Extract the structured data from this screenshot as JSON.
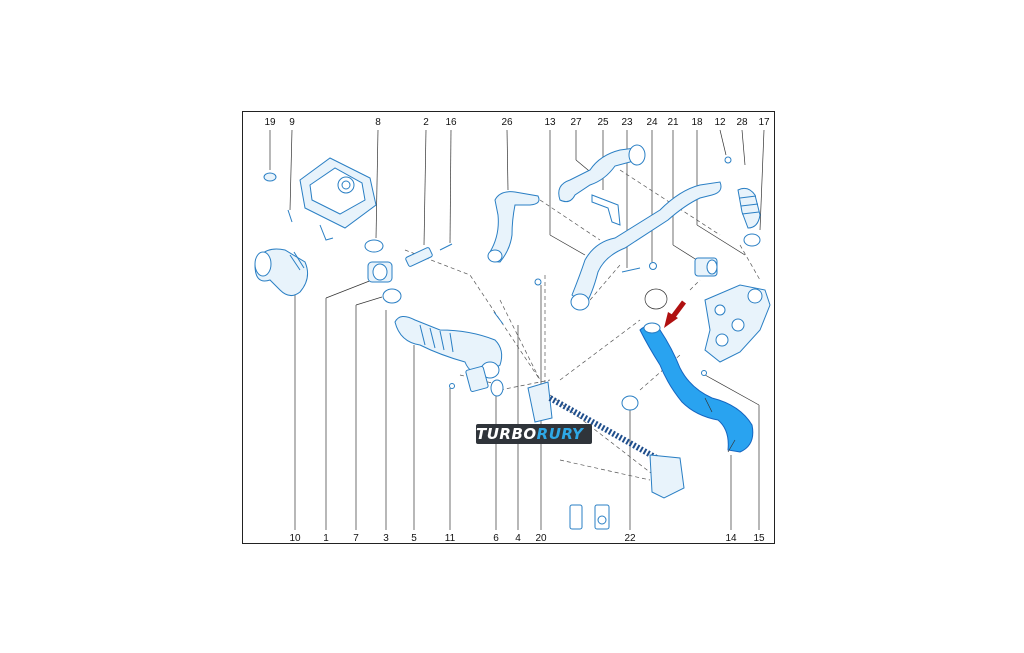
{
  "diagram": {
    "top_labels": [
      "19",
      "9",
      "8",
      "2",
      "16",
      "26",
      "13",
      "27",
      "25",
      "23",
      "24",
      "21",
      "18",
      "12",
      "28",
      "17"
    ],
    "bottom_labels": [
      "10",
      "1",
      "7",
      "3",
      "5",
      "11",
      "6",
      "4",
      "20",
      "22",
      "14",
      "15"
    ],
    "logo": {
      "part1": "TURBO",
      "part2": "RURY"
    },
    "colors": {
      "line": "#2a7fc4",
      "highlight": "#29a3f0",
      "arrow": "#b01010",
      "logo_bg": "#2f343a"
    }
  }
}
